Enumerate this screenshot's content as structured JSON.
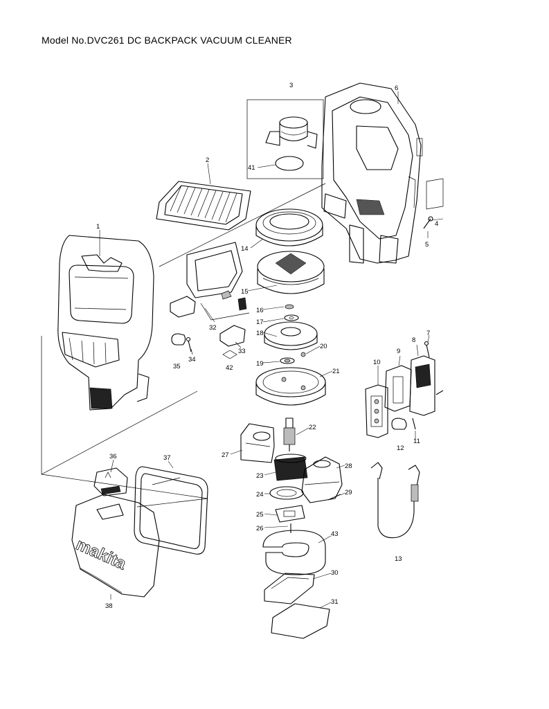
{
  "title": "Model No.DVC261 DC BACKPACK VACUUM CLEANER",
  "brand_mark": "makita",
  "callouts": {
    "p1": "1",
    "p2": "2",
    "p3": "3",
    "p4": "4",
    "p5": "5",
    "p6": "6",
    "p7": "7",
    "p8": "8",
    "p9": "9",
    "p10": "10",
    "p11": "11",
    "p12": "12",
    "p13": "13",
    "p14": "14",
    "p15": "15",
    "p16": "16",
    "p17": "17",
    "p18": "18",
    "p19": "19",
    "p20": "20",
    "p21": "21",
    "p22": "22",
    "p23": "23",
    "p24": "24",
    "p25": "25",
    "p26": "26",
    "p27": "27",
    "p28": "28",
    "p29": "29",
    "p30": "30",
    "p31": "31",
    "p32": "32",
    "p33": "33",
    "p34": "34",
    "p35": "35",
    "p36": "36",
    "p37": "37",
    "p38": "38",
    "p41": "41",
    "p42": "42",
    "p43": "43"
  }
}
